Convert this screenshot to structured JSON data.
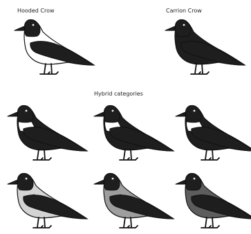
{
  "labels": {
    "hooded": "Hooded Crow",
    "carrion": "Carrion Crow",
    "hybrid": "Hybrid categories"
  },
  "colors": {
    "black": "#1e1e1e",
    "outline": "#111111"
  },
  "crows": [
    {
      "name": "hooded-crow",
      "body": "#ffffff",
      "collar": null,
      "speckled": false
    },
    {
      "name": "carrion-crow",
      "body": "#1e1e1e",
      "collar": null,
      "speckled": false
    },
    {
      "name": "hybrid-1",
      "body": "#1e1e1e",
      "collar": "#ffffff",
      "speckled": false
    },
    {
      "name": "hybrid-2",
      "body": "#1e1e1e",
      "collar": "#ffffff",
      "speckled": false
    },
    {
      "name": "hybrid-3",
      "body": "#1e1e1e",
      "collar": "#ffffff",
      "speckled": false
    },
    {
      "name": "hybrid-4",
      "body": "#d4d4d4",
      "collar": null,
      "speckled": true
    },
    {
      "name": "hybrid-5",
      "body": "#9e9e9e",
      "collar": null,
      "speckled": true
    },
    {
      "name": "hybrid-6",
      "body": "#5d5d5d",
      "collar": null,
      "speckled": true
    }
  ]
}
